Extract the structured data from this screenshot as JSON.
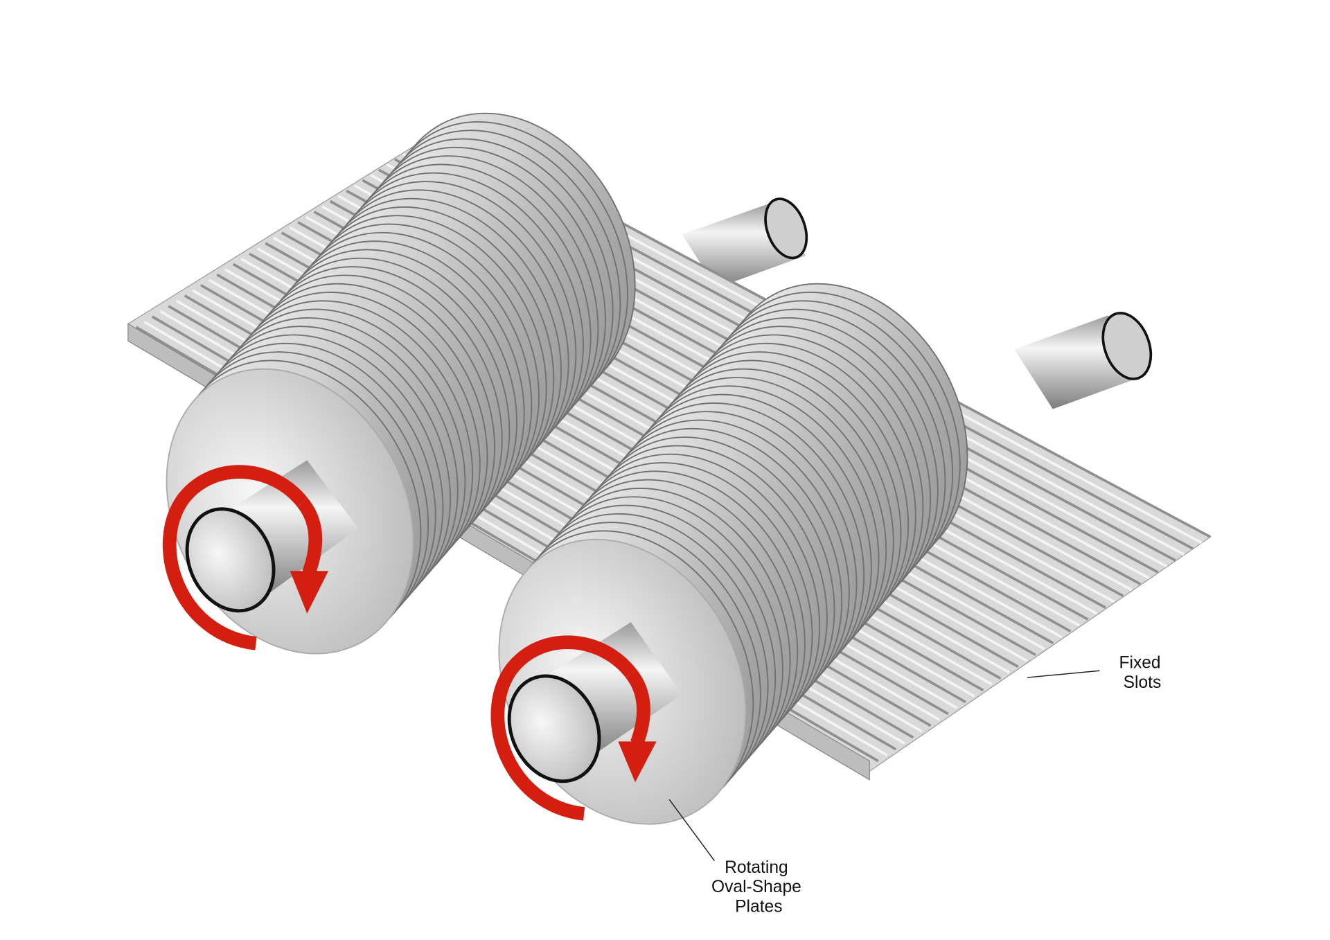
{
  "labels": {
    "fixed_slots": [
      "Fixed",
      "Slots"
    ],
    "rotating_plates": [
      "Rotating",
      "Oval-Shape",
      "Plates"
    ]
  },
  "colors": {
    "arrow": "#d41f10",
    "metal_light": "#f2f2f2",
    "metal_dark": "#8a8a8a",
    "outline": "#111111"
  },
  "icons": [
    "rotation-arrow-icon",
    "rotation-arrow-icon"
  ]
}
